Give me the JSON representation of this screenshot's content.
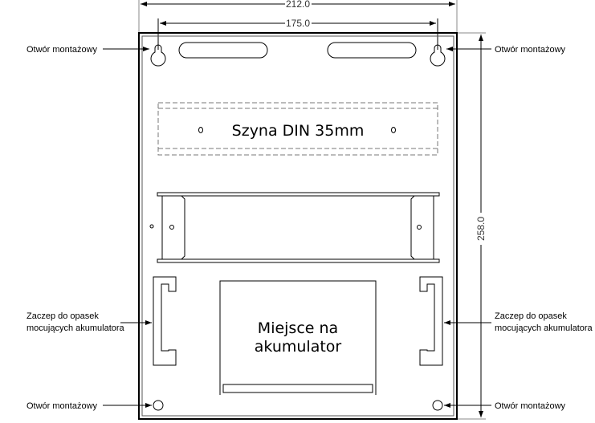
{
  "dimensions": {
    "width": "212.0",
    "hole_spacing": "175.0",
    "height": "258.0"
  },
  "labels": {
    "mount_hole_top_left": "Otwór montażowy",
    "mount_hole_top_right": "Otwór montażowy",
    "mount_hole_bottom_left": "Otwór montażowy",
    "mount_hole_bottom_right": "Otwór montażowy",
    "strap_clip_left": [
      "Zaczep do opasek",
      "mocujących akumulatora"
    ],
    "strap_clip_right": [
      "Zaczep do opasek",
      "mocujących akumulatora"
    ],
    "din_rail": "Szyna DIN 35mm",
    "battery": [
      "Miejsce na",
      "akumulator"
    ]
  }
}
